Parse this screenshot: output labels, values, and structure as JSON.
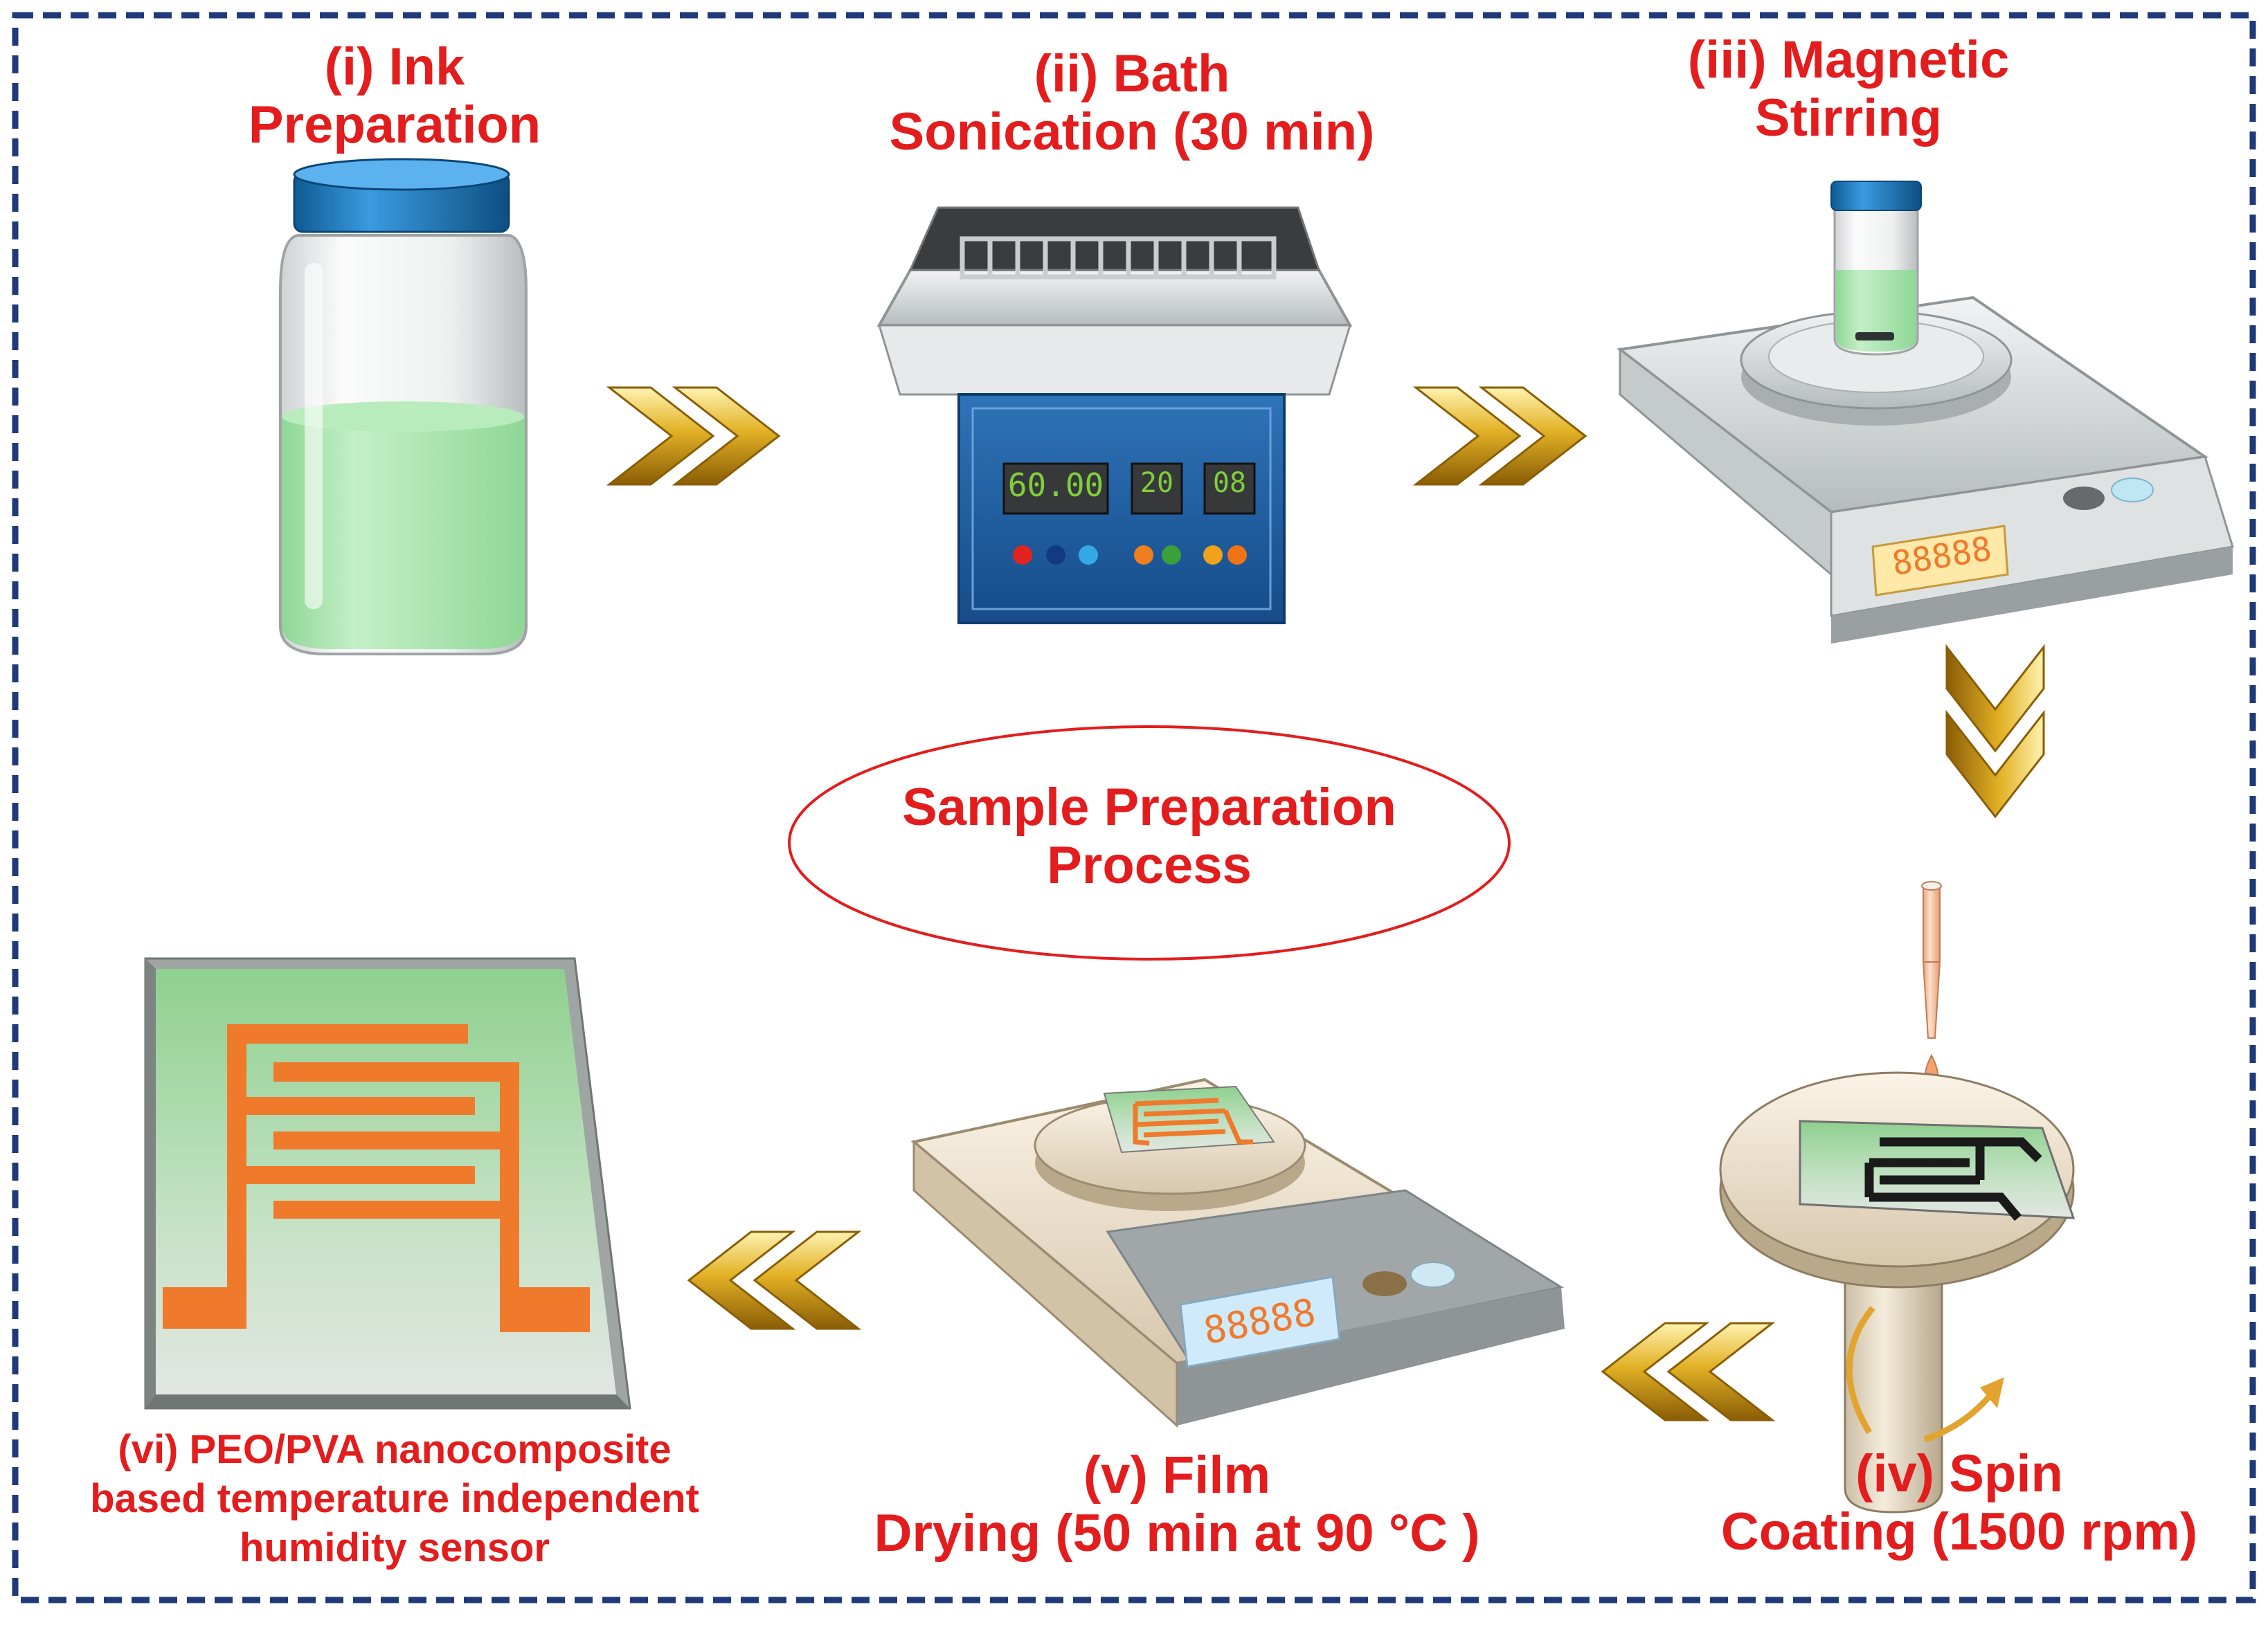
{
  "colors": {
    "label": "#e31d1d",
    "frame": "#1f3a78",
    "arrow": "#c9950f",
    "ink": "#a3e0a8",
    "electrode": "#ef7a2b"
  },
  "center": {
    "line1": "Sample Preparation",
    "line2": "Process"
  },
  "steps": [
    {
      "line1": "(i) Ink",
      "line2": "Preparation"
    },
    {
      "line1": "(ii) Bath",
      "line2": "Sonication (30 min)"
    },
    {
      "line1": "(iii) Magnetic",
      "line2": "Stirring"
    },
    {
      "line1": "(iv) Spin",
      "line2": "Coating (1500 rpm)"
    },
    {
      "line1": "(v) Film",
      "line2": "Drying (50 min at 90 °C )"
    },
    {
      "line1": "(vi) PEO/PVA nanocomposite",
      "line2": "based temperature independent",
      "line3": "humidity sensor"
    }
  ],
  "sonicator": {
    "time": "60.00",
    "value1": "20",
    "value2": "08"
  },
  "stirrer_display": "88888",
  "dryer_display": "88888",
  "icons": [
    "vial-icon",
    "ultrasonic-bath-icon",
    "magnetic-stirrer-icon",
    "spin-coater-icon",
    "hot-plate-icon",
    "sensor-chip-icon",
    "double-chevron-arrow-icon"
  ]
}
